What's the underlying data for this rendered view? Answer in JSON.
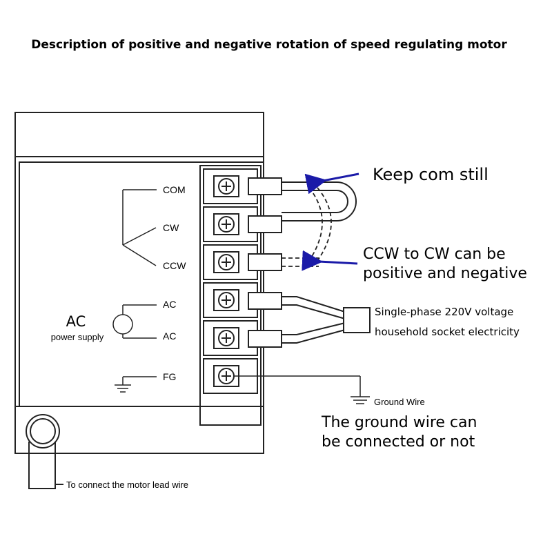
{
  "title": "Description of positive and negative rotation of speed regulating motor",
  "terminals": [
    {
      "label": "COM"
    },
    {
      "label": "CW"
    },
    {
      "label": "CCW"
    },
    {
      "label": "AC"
    },
    {
      "label": "AC"
    },
    {
      "label": "FG"
    }
  ],
  "ac_supply": {
    "big": "AC",
    "small": "power supply"
  },
  "callouts": {
    "keep_com": "Keep com still",
    "ccw_line1": "CCW to CW can be",
    "ccw_line2": "positive and negative",
    "single_phase_line1": "Single-phase 220V voltage",
    "single_phase_line2": "household socket electricity",
    "ground_wire": "Ground Wire",
    "ground_optional_line1": "The ground wire can",
    "ground_optional_line2": "be connected or not",
    "motor_lead": "To connect the motor lead wire"
  },
  "colors": {
    "line": "#222222",
    "arrow": "#1a1aa8",
    "background": "#ffffff"
  }
}
